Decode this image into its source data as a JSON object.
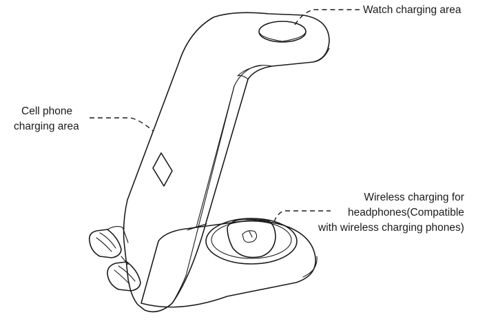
{
  "labels": {
    "watch": "Watch charging area",
    "phone_line1": "Cell phone",
    "phone_line2": "charging area",
    "headphones_line1": "Wireless charging for",
    "headphones_line2": "headphones(Compatible",
    "headphones_line3": "with wireless charging phones)"
  },
  "colors": {
    "stroke": "#1a1a1a",
    "background": "#ffffff"
  }
}
